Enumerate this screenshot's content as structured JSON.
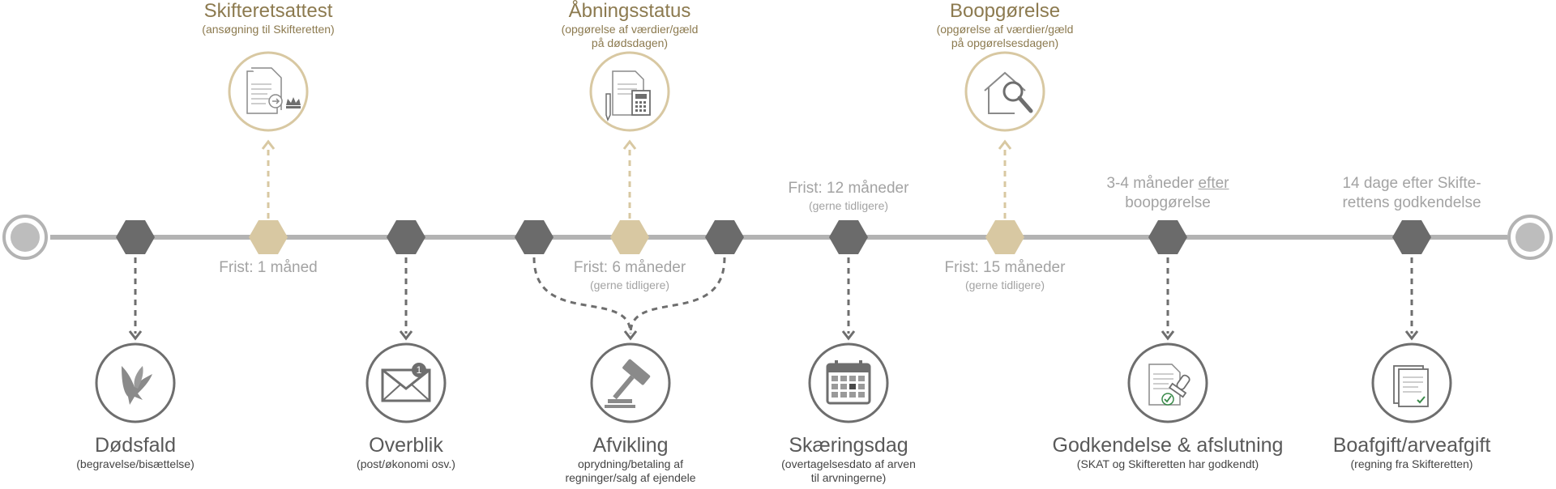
{
  "top_stages": [
    {
      "title": "Skifteretsattest",
      "subtitle": "(ansøgning til Skifteretten)",
      "icon": "document-crown-icon"
    },
    {
      "title": "Åbningsstatus",
      "subtitle_line1": "(opgørelse af værdier/gæld",
      "subtitle_line2": "på dødsdagen)",
      "icon": "document-calculator-icon"
    },
    {
      "title": "Boopgørelse",
      "subtitle_line1": "(opgørelse af værdier/gæld",
      "subtitle_line2": "på opgørelsesdagen)",
      "icon": "house-magnifier-icon"
    }
  ],
  "bottom_stages": [
    {
      "title": "Dødsfald",
      "subtitle": "(begravelse/bisættelse)",
      "icon": "dove-icon"
    },
    {
      "title": "Overblik",
      "subtitle": "(post/økonomi osv.)",
      "icon": "envelope-icon",
      "badge": "1"
    },
    {
      "title": "Afvikling",
      "subtitle_line1": "oprydning/betaling af",
      "subtitle_line2": "regninger/salg af ejendele",
      "icon": "gavel-icon"
    },
    {
      "title": "Skæringsdag",
      "subtitle_line1": "(overtagelsesdato af arven",
      "subtitle_line2": "til arvningerne)",
      "icon": "calendar-icon"
    },
    {
      "title": "Godkendelse & afslutning",
      "subtitle": "(SKAT og Skifteretten har godkendt)",
      "icon": "document-stamp-icon"
    },
    {
      "title": "Boafgift/arveafgift",
      "subtitle": "(regning fra Skifteretten)",
      "icon": "documents-check-icon"
    }
  ],
  "deadlines": {
    "frist1": {
      "text": "Frist: 1 måned"
    },
    "frist6": {
      "text": "Frist: 6 måneder",
      "sub": "(gerne tidligere)"
    },
    "frist12": {
      "text": "Frist: 12 måneder",
      "sub": "(gerne tidligere)"
    },
    "frist15": {
      "text": "Frist: 15 måneder",
      "sub": "(gerne tidligere)"
    },
    "after_boopgorelse": {
      "line1_prefix": "3-4 måneder ",
      "line1_underlined": "efter",
      "line2": "boopgørelse"
    },
    "after_godkendelse": {
      "line1": "14 dage efter Skifte-",
      "line2": "rettens godkendelse"
    }
  },
  "colors": {
    "gold": "#d8c8a2",
    "gold_text": "#8c7a4f",
    "dark_hexagon": "#6b6b6b",
    "line": "#b3b3b3",
    "icon_stroke": "#6e6e6e"
  }
}
